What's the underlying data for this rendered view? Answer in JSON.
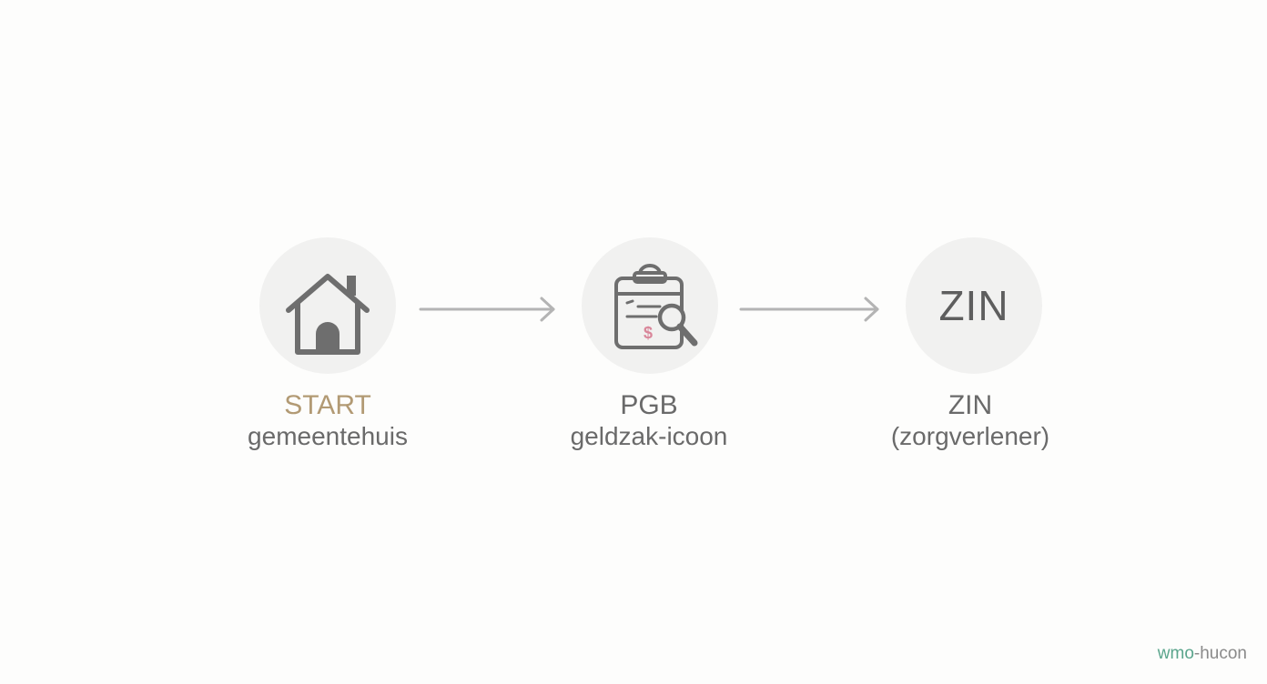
{
  "steps": [
    {
      "icon": "house-icon",
      "title": "START",
      "subtitle": "gemeentehuis"
    },
    {
      "icon": "clipboard-search-money-icon",
      "title": "PGB",
      "subtitle": "geldzak-icoon"
    },
    {
      "icon": "zin-text-icon",
      "icon_text": "ZIN",
      "title": "ZIN",
      "subtitle": "(zorgverlener)"
    }
  ],
  "colors": {
    "background": "#fdfdfc",
    "circle": "#f1f1f0",
    "icon": "#6e6e6e",
    "arrow": "#b4b4b4",
    "accent_title": "#b29a74",
    "text": "#6a6a6a",
    "dollar": "#d9869a",
    "watermark_green": "#5aa58c"
  },
  "watermark": {
    "part_a": "wmo",
    "part_b": "-hucon"
  }
}
